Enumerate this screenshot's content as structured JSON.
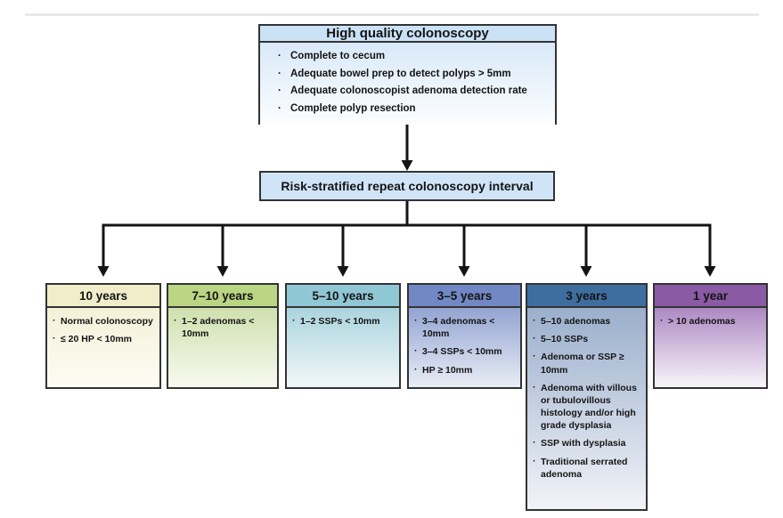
{
  "top_box": {
    "title": "High quality colonoscopy",
    "bullets": [
      "Complete to cecum",
      "Adequate bowel prep to detect polyps > 5mm",
      "Adequate colonoscopist adenoma detection rate",
      "Complete polyp resection"
    ]
  },
  "interval_box": {
    "label": "Risk-stratified repeat colonoscopy interval"
  },
  "columns": [
    {
      "header": "10 years",
      "header_color": "#f1edcb",
      "body_top_color": "#f4f1d8",
      "body_bottom_color": "#fdfcf4",
      "bullets": [
        "Normal colonoscopy",
        "≤ 20 HP < 10mm"
      ]
    },
    {
      "header": "7–10 years",
      "header_color": "#bad584",
      "body_top_color": "#cfe0ae",
      "body_bottom_color": "#f8faf0",
      "bullets": [
        "1–2 adenomas < 10mm"
      ]
    },
    {
      "header": "5–10 years",
      "header_color": "#90c7d5",
      "body_top_color": "#abd4de",
      "body_bottom_color": "#f1f7f8",
      "bullets": [
        "1–2 SSPs < 10mm"
      ]
    },
    {
      "header": "3–5 years",
      "header_color": "#7288c4",
      "body_top_color": "#93a4d1",
      "body_bottom_color": "#e9edf6",
      "bullets": [
        "3–4 adenomas < 10mm",
        "3–4 SSPs < 10mm",
        "HP ≥ 10mm"
      ]
    },
    {
      "header": "3 years",
      "header_color": "#3e6e9f",
      "body_top_color": "#9bafcc",
      "body_bottom_color": "#f1f3f8",
      "bullets": [
        "5–10 adenomas",
        "5–10 SSPs",
        "Adenoma or SSP ≥ 10mm",
        "Adenoma with villous or tubulovillous histology and/or high grade dysplasia",
        "SSP with dysplasia",
        "Traditional serrated adenoma"
      ]
    },
    {
      "header": "1 year",
      "header_color": "#8b5aa5",
      "body_top_color": "#ad89c3",
      "body_bottom_color": "#f8f5fa",
      "bullets": [
        "> 10 adenomas"
      ]
    }
  ],
  "colors": {
    "box_blue_header": "#cbe2f6",
    "box_blue": "#d0e4f8",
    "box_blue_body_top": "#d9e9f8",
    "box_blue_body_bottom": "#fcfdff",
    "border": "#333333",
    "arrow": "#141414",
    "text": "#141414"
  }
}
